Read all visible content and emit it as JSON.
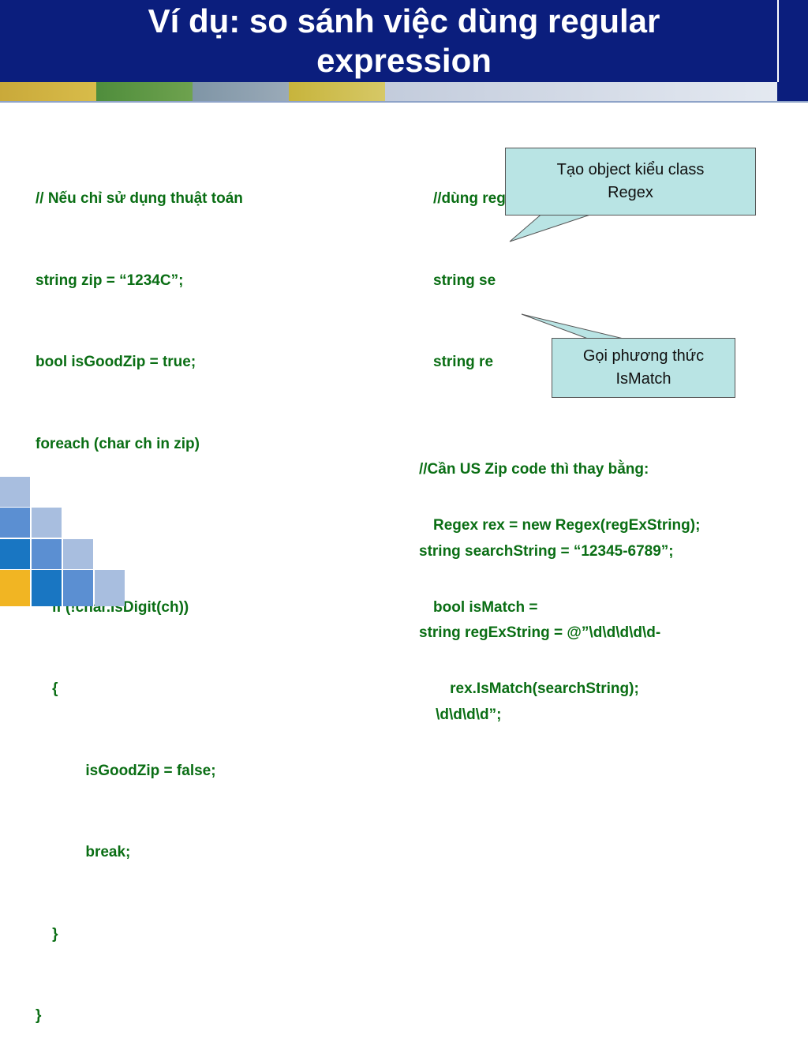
{
  "slide": {
    "title": {
      "line1": "Ví dụ: so sánh việc dùng regular",
      "line2": "expression"
    },
    "left_code": [
      "// Nếu chỉ sử dụng thuật toán",
      "string zip = “1234C”;",
      "bool isGoodZip = true;",
      "foreach (char ch in zip)",
      "{",
      "    if (!char.IsDigit(ch))",
      "    {",
      "            isGoodZip = false;",
      "            break;",
      "    }",
      "}"
    ],
    "right_code": [
      "//dùng regular expression",
      "string se",
      "string re",
      "",
      "Regex rex = new Regex(regExString);",
      "bool isMatch =",
      "    rex.IsMatch(searchString);"
    ],
    "bottom_code": [
      "//Cần US Zip code thì thay bằng:",
      "string searchString = “12345-6789”;",
      "string regExString = @”\\d\\d\\d\\d\\d-",
      "    \\d\\d\\d\\d”;"
    ],
    "callouts": {
      "regex_object": [
        "Tạo object kiểu class",
        "Regex"
      ],
      "ismatch_method": [
        "Gọi phương thức",
        "IsMatch"
      ]
    },
    "colors": {
      "header": "#0b1e7d",
      "code_text": "#0a6e14",
      "callout_fill": "#b9e4e4"
    }
  }
}
